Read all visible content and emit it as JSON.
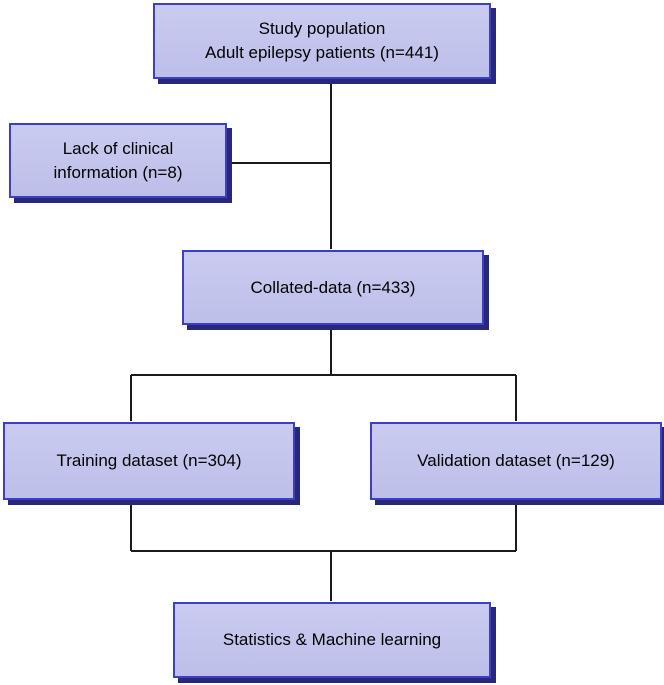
{
  "nodes": {
    "study_population": {
      "line1": "Study population",
      "line2": "Adult epilepsy patients (n=441)"
    },
    "excluded": {
      "line1": "Lack of clinical",
      "line2": "information (n=8)"
    },
    "collated": {
      "label": "Collated-data (n=433)"
    },
    "training": {
      "label": "Training dataset (n=304)"
    },
    "validation": {
      "label": "Validation dataset (n=129)"
    },
    "analysis": {
      "label": "Statistics & Machine learning"
    }
  },
  "colors": {
    "box_fill": "#c4c6ee",
    "box_border": "#3d3fc8",
    "box_shadow": "#28287a",
    "connector": "#1a1a1a"
  }
}
